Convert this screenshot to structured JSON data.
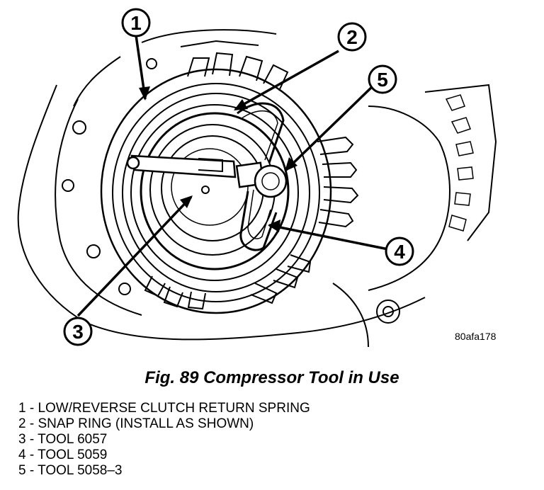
{
  "figure": {
    "image_code": "80afa178",
    "caption": "Fig. 89 Compressor Tool in Use"
  },
  "callouts": [
    "1",
    "2",
    "3",
    "4",
    "5"
  ],
  "legend": [
    "1 - LOW/REVERSE CLUTCH RETURN SPRING",
    "2 - SNAP RING (INSTALL AS SHOWN)",
    "3 - TOOL 6057",
    "4 - TOOL 5059",
    "5 - TOOL 5058–3"
  ]
}
